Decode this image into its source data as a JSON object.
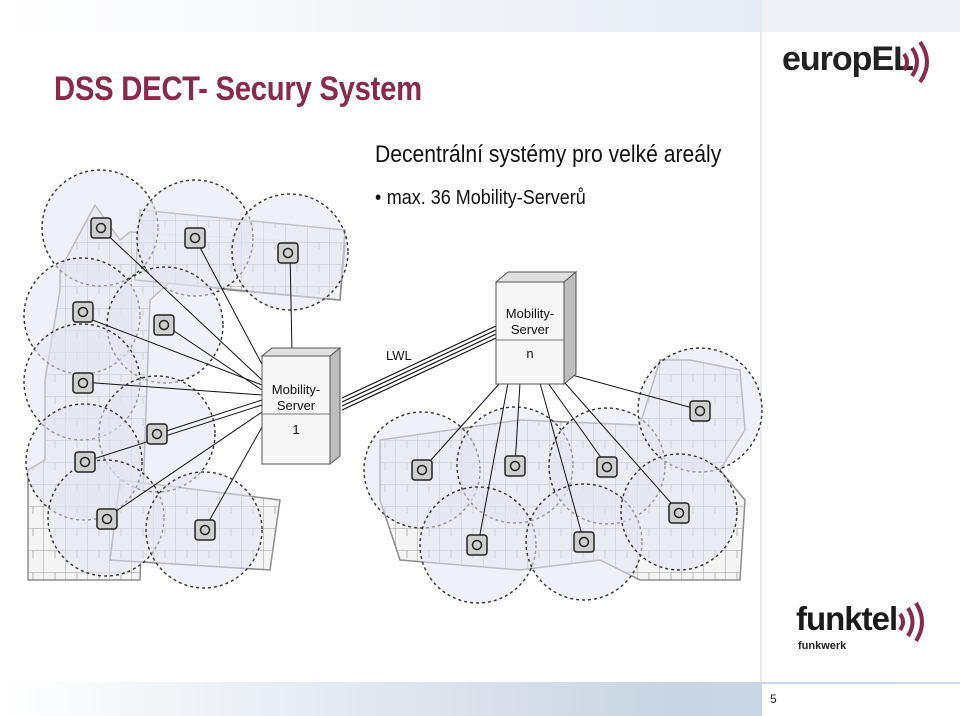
{
  "slide": {
    "title": "DSS DECT- Secury System",
    "subtitle": "Decentrální systémy pro velké areály",
    "bullet": "max. 36 Mobility-Serverů",
    "page_number": "5"
  },
  "logos": {
    "top": "europEL",
    "bottom": "funktel",
    "bottom_sub": "funkwerk"
  },
  "diagram": {
    "server1": {
      "label": "Mobility-Server",
      "index": "1"
    },
    "server_n": {
      "label": "Mobility-Server",
      "index": "n"
    },
    "link_label": "LWL"
  },
  "colors": {
    "title": "#8a2a4a",
    "cell_fill": "#e6e6f2",
    "cell_overlap": "#c9c9f2",
    "antenna_fill": "#cfcfcf",
    "accent_logo": "#8a2a4a"
  }
}
